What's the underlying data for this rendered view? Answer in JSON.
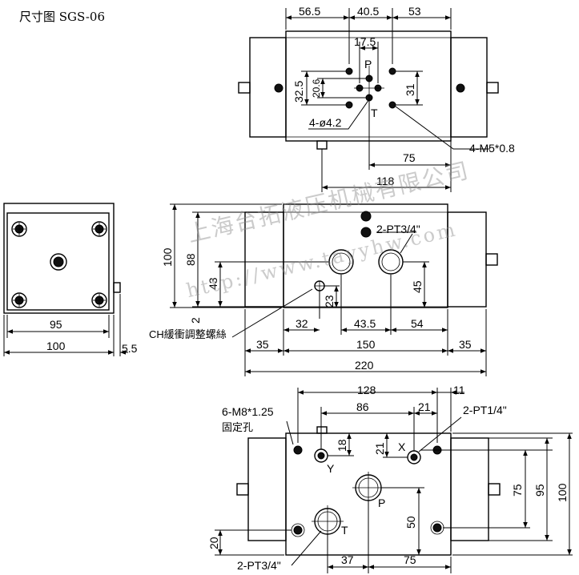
{
  "title": "尺寸图 SGS-06",
  "watermark": {
    "company": "上海台拓液压机械有限公司",
    "url": "http://www.tayyhw.com"
  },
  "top_view": {
    "dims": {
      "w_left": "56.5",
      "w_mid": "40.5",
      "w_right": "53",
      "pitch_x": "17.5",
      "pitch_y_outer": "32.5",
      "pitch_y_inner": "20.6",
      "offset_31": "31",
      "d75": "75",
      "d118": "118"
    },
    "ports": {
      "p": "P",
      "t": "T"
    },
    "notes": {
      "holes": "4-ø4.2",
      "threads": "4-M5*0.8"
    }
  },
  "side_view": {
    "dims": {
      "w95": "95",
      "w100": "100",
      "d5_5": "5.5"
    }
  },
  "front_view": {
    "dims": {
      "h100": "100",
      "h88": "88",
      "h43": "43",
      "d2": "2",
      "d23": "23",
      "d45": "45",
      "d32": "32",
      "d43_5": "43.5",
      "d54": "54",
      "d35_left": "35",
      "d150": "150",
      "d35_right": "35",
      "d220": "220"
    },
    "port_label": "2-PT3/4\"",
    "screw_label": "CH緩衝調整螺絲"
  },
  "bottom_view": {
    "dims": {
      "d128": "128",
      "d11": "11",
      "d86": "86",
      "d21_top": "21",
      "d18": "18",
      "d21_side": "21",
      "d75_v": "75",
      "d95_v": "95",
      "d100_v": "100",
      "d50": "50",
      "d20": "20",
      "d37": "37",
      "d75_h": "75"
    },
    "ports": {
      "x": "X",
      "y": "Y",
      "p": "P",
      "t": "T"
    },
    "notes": {
      "mount_holes": "6-M8*1.25",
      "mount_desc": "固定孔",
      "pilot_ports": "2-PT1/4\"",
      "main_ports": "2-PT3/4\""
    }
  }
}
